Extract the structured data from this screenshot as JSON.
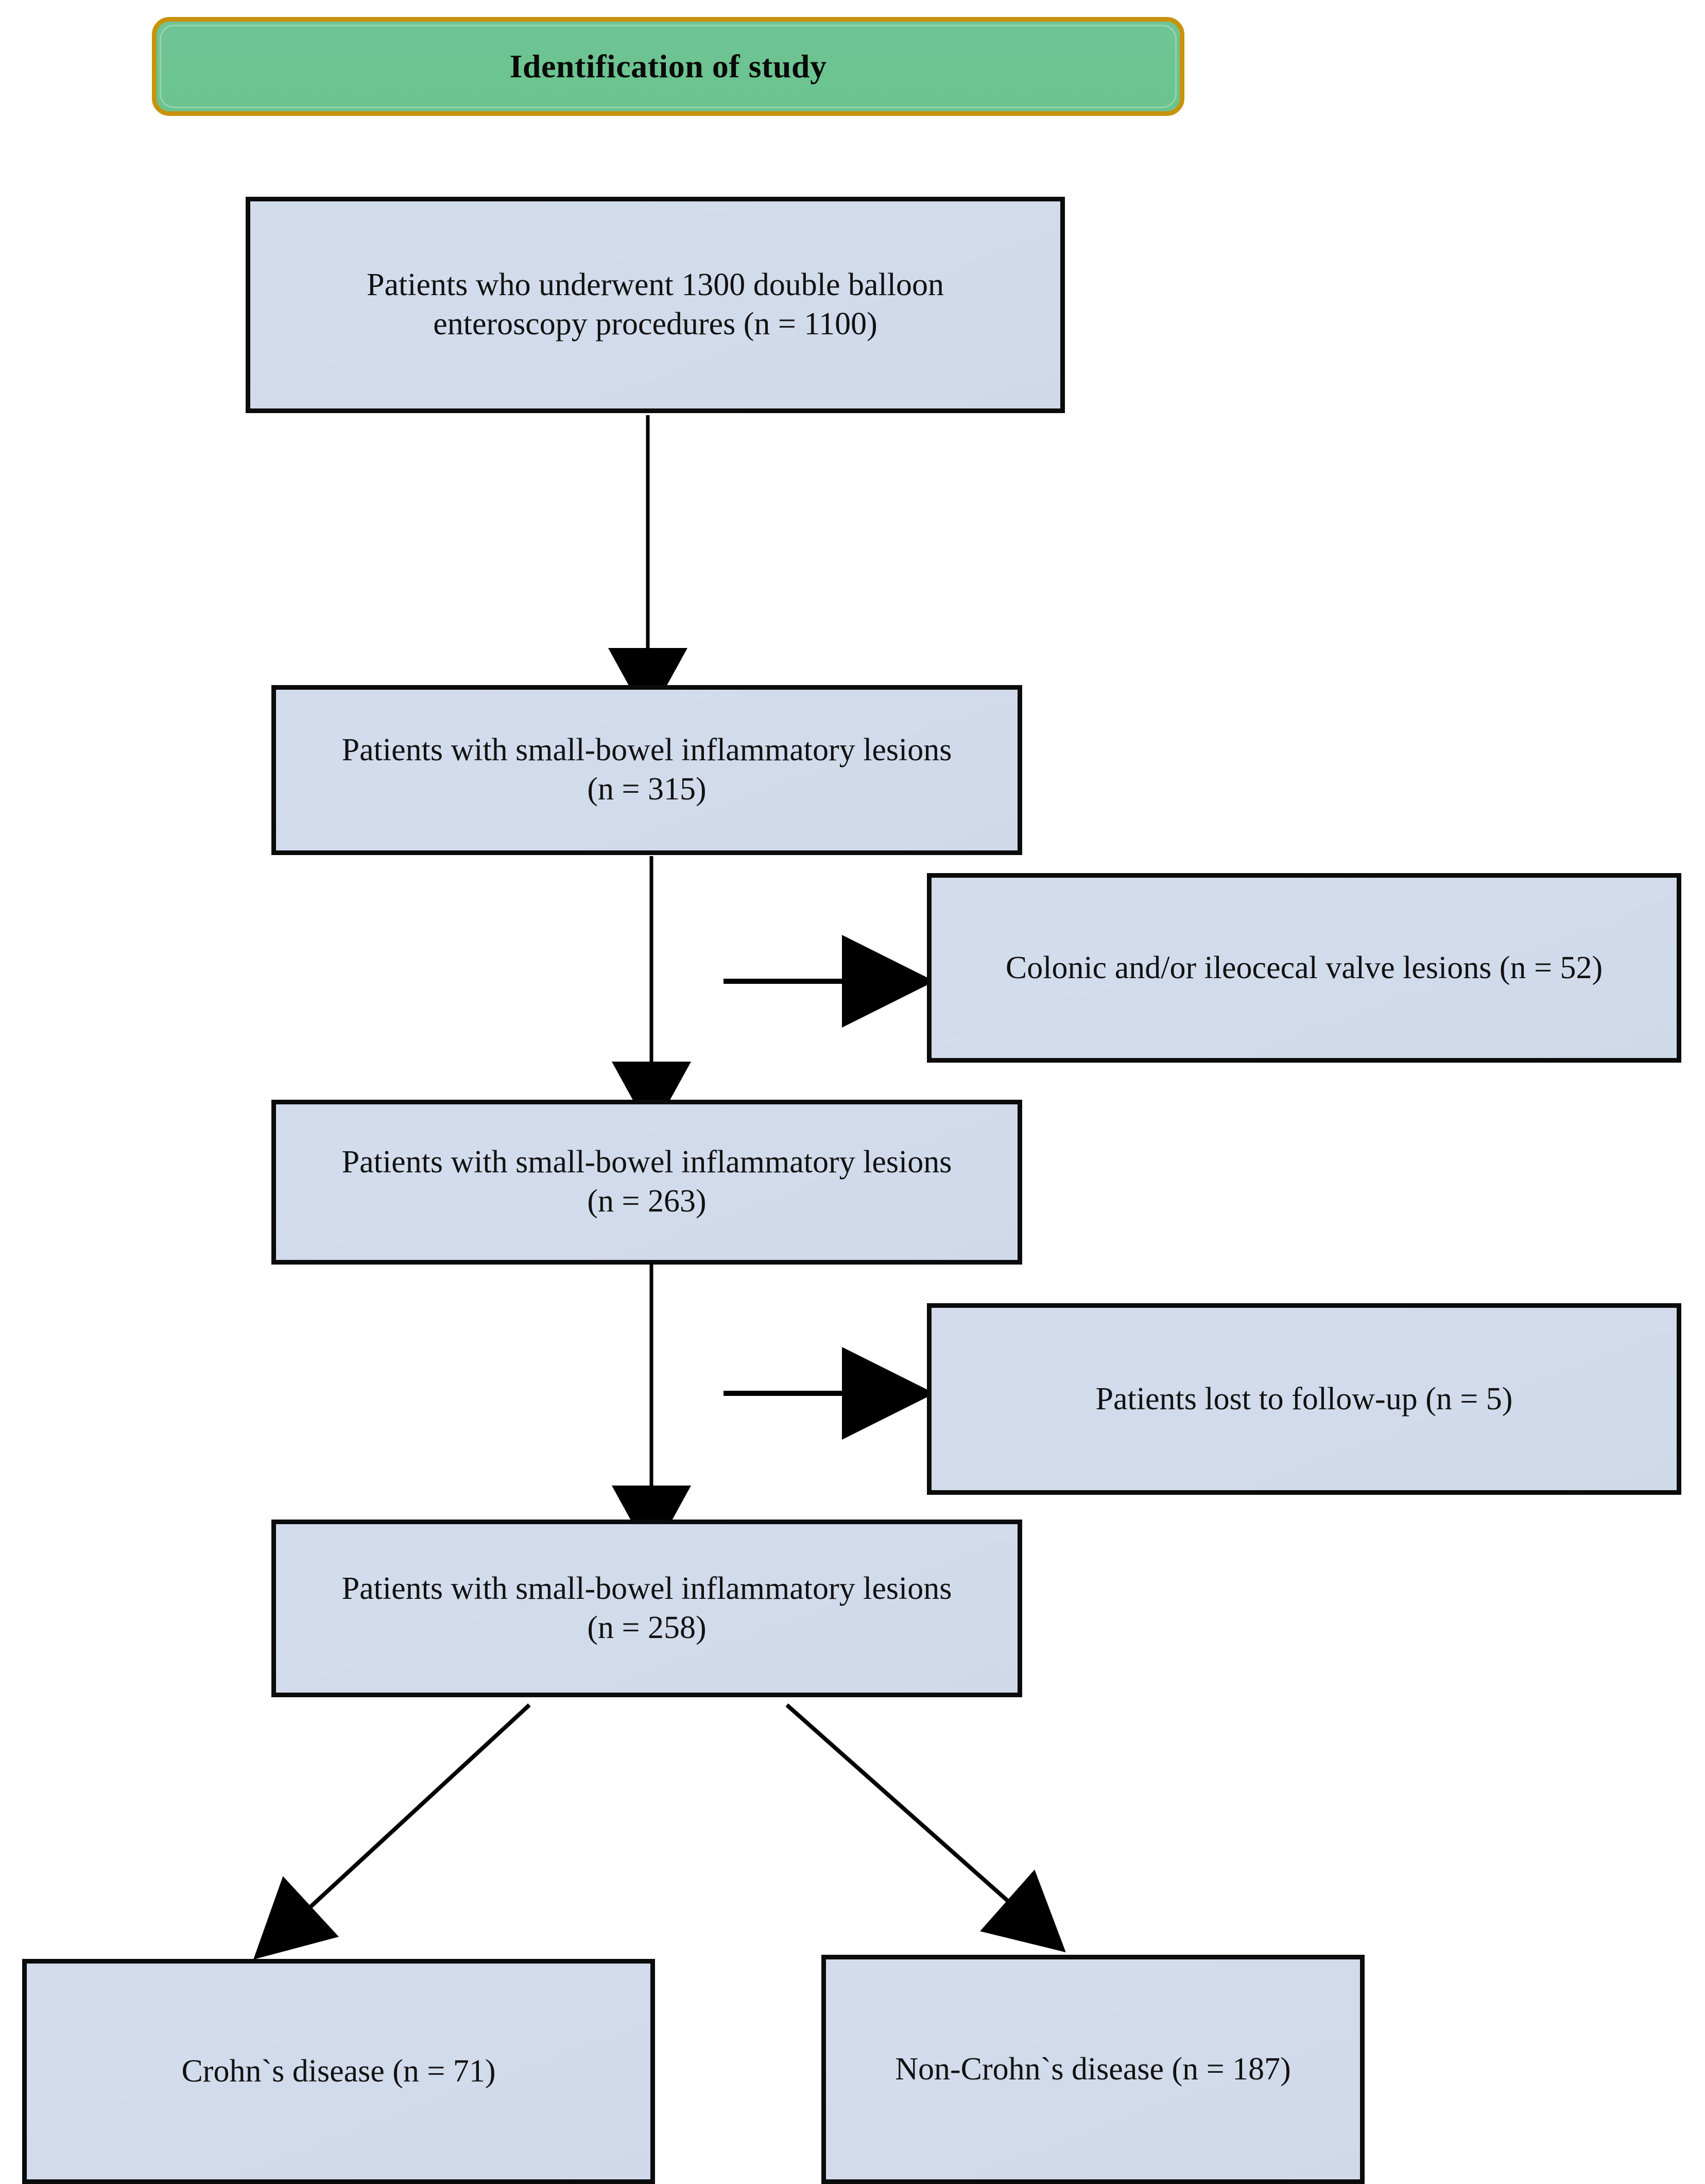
{
  "figure": {
    "type": "flowchart",
    "title": "Identification of study",
    "orientation": "top-to-bottom",
    "background_color": "#ffffff"
  },
  "header": {
    "label": "Identification of study",
    "fill_color": "#6bc38e",
    "border_color": "#c8930b"
  },
  "palette": {
    "box_fill": "#d2dbeb",
    "box_border": "#0b0b0b",
    "text_color": "#111111",
    "arrow_color": "#000000"
  },
  "nodes": [
    {
      "id": "enrolled",
      "label": "Patients who underwent 1300 double balloon\nenteroscopy procedures (n = 1100)",
      "n": 1100,
      "lane": "main"
    },
    {
      "id": "lesions-315",
      "label": "Patients with small-bowel inflammatory lesions\n(n = 315)",
      "n": 315,
      "lane": "main"
    },
    {
      "id": "excluded-colonic",
      "label": "Colonic and/or ileocecal valve lesions (n = 52)",
      "n": 52,
      "lane": "side"
    },
    {
      "id": "lesions-263",
      "label": "Patients with small-bowel inflammatory lesions\n(n = 263)",
      "n": 263,
      "lane": "main"
    },
    {
      "id": "excluded-lost",
      "label": "Patients lost to follow-up (n = 5)",
      "n": 5,
      "lane": "side"
    },
    {
      "id": "lesions-258",
      "label": "Patients with small-bowel inflammatory lesions\n(n = 258)",
      "n": 258,
      "lane": "main"
    },
    {
      "id": "crohns",
      "label": "Crohn`s disease (n = 71)",
      "n": 71,
      "lane": "outcome-left"
    },
    {
      "id": "non-crohns",
      "label": "Non-Crohn`s disease (n = 187)",
      "n": 187,
      "lane": "outcome-right"
    }
  ],
  "edges": [
    {
      "from": "enrolled",
      "to": "lesions-315",
      "direction": "down"
    },
    {
      "from": "lesions-315",
      "to": "excluded-colonic",
      "direction": "right"
    },
    {
      "from": "lesions-315",
      "to": "lesions-263",
      "direction": "down"
    },
    {
      "from": "lesions-263",
      "to": "excluded-lost",
      "direction": "right"
    },
    {
      "from": "lesions-263",
      "to": "lesions-258",
      "direction": "down"
    },
    {
      "from": "lesions-258",
      "to": "crohns",
      "direction": "diagonal-left"
    },
    {
      "from": "lesions-258",
      "to": "non-crohns",
      "direction": "diagonal-right"
    }
  ]
}
